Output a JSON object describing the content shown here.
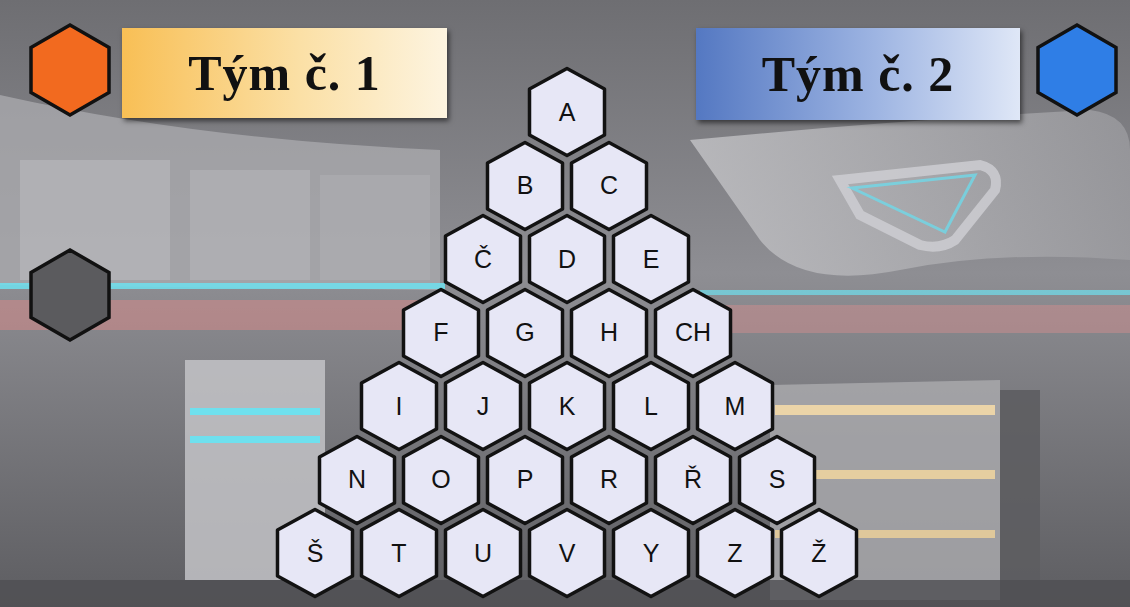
{
  "diagram": {
    "nodes": [
      {
        "text": [
          "Tým č. 1"
        ]
      },
      {
        "text": [
          "Tým č. 2"
        ]
      },
      {
        "text": [
          "A"
        ]
      },
      {
        "text": [
          "B"
        ]
      },
      {
        "text": [
          "C"
        ]
      },
      {
        "text": [
          "Č"
        ]
      },
      {
        "text": [
          "D"
        ]
      },
      {
        "text": [
          "E"
        ]
      },
      {
        "text": [
          "F"
        ]
      },
      {
        "text": [
          "G"
        ]
      },
      {
        "text": [
          "H"
        ]
      },
      {
        "text": [
          "CH"
        ]
      },
      {
        "text": [
          "I"
        ]
      },
      {
        "text": [
          "J"
        ]
      },
      {
        "text": [
          "K"
        ]
      },
      {
        "text": [
          "L"
        ]
      },
      {
        "text": [
          "M"
        ]
      },
      {
        "text": [
          "N"
        ]
      },
      {
        "text": [
          "O"
        ]
      },
      {
        "text": [
          "P"
        ]
      },
      {
        "text": [
          "R"
        ]
      },
      {
        "text": [
          "Ř"
        ]
      },
      {
        "text": [
          "S"
        ]
      },
      {
        "text": [
          "Š"
        ]
      },
      {
        "text": [
          "T"
        ]
      },
      {
        "text": [
          "U"
        ]
      },
      {
        "text": [
          "V"
        ]
      },
      {
        "text": [
          "Y"
        ]
      },
      {
        "text": [
          "Z"
        ]
      },
      {
        "text": [
          "Ž"
        ]
      }
    ]
  }
}
